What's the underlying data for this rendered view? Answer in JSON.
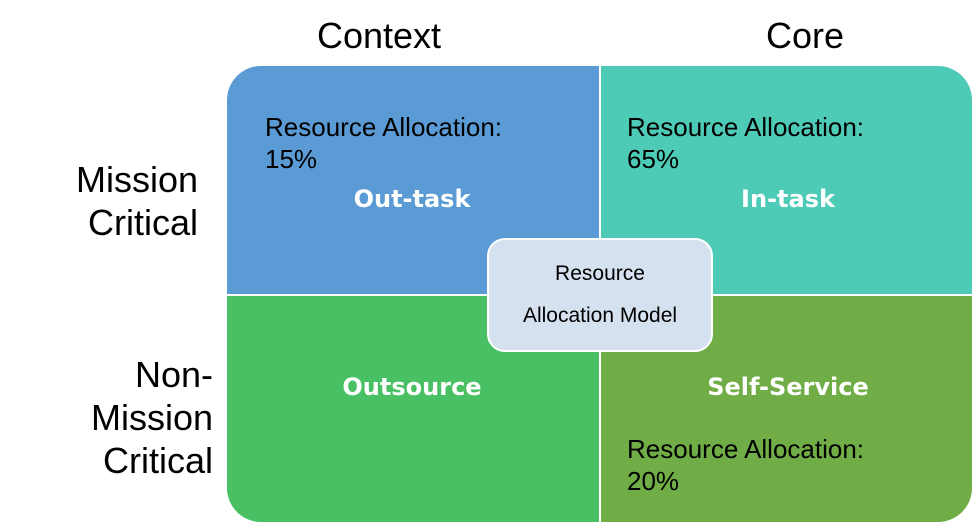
{
  "colors": {
    "out_task": "#5B9BD5",
    "in_task": "#4ECBB7",
    "outsource": "#48C063",
    "self_service": "#70AD47",
    "center_box": "#D6E1F0"
  },
  "columns": {
    "context": "Context",
    "core": "Core"
  },
  "rows": {
    "mission_critical": "Mission\nCritical",
    "non_mission_critical": "Non-\nMission\nCritical"
  },
  "quadrants": {
    "out_task": {
      "label": "Out-task",
      "allocation": "Resource Allocation:\n15%"
    },
    "in_task": {
      "label": "In-task",
      "allocation": "Resource Allocation:\n65%"
    },
    "outsource": {
      "label": "Outsource"
    },
    "self_service": {
      "label": "Self-Service",
      "allocation": "Resource Allocation:\n20%"
    }
  },
  "center": {
    "line1": "Resource",
    "line2": "Allocation Model"
  }
}
